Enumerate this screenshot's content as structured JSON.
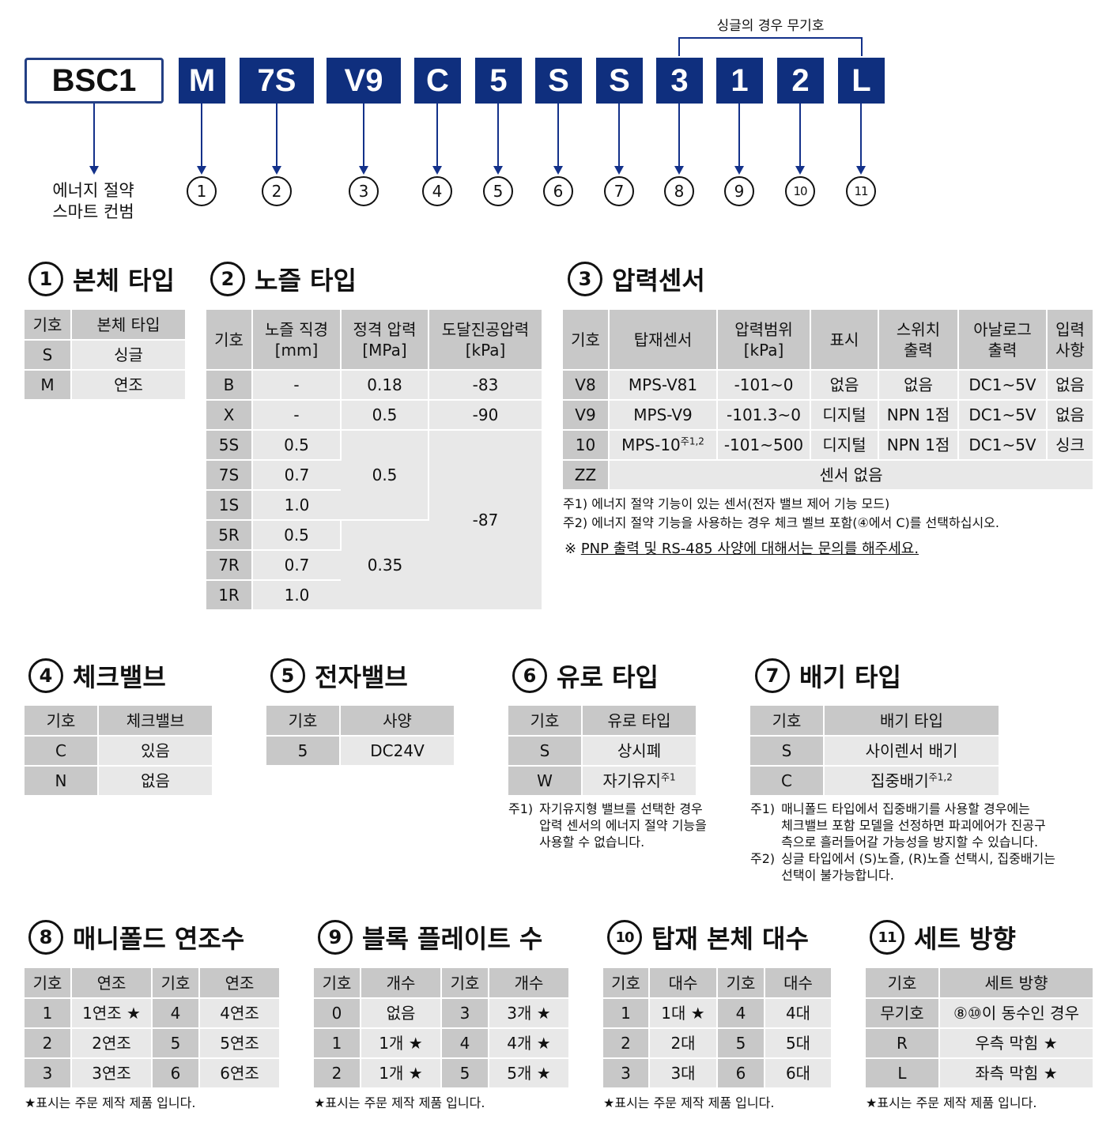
{
  "model": {
    "base": "BSC1",
    "codes": [
      "M",
      "7S",
      "V9",
      "C",
      "5",
      "S",
      "S",
      "3",
      "1",
      "2",
      "L"
    ],
    "energy_label_1": "에너지 절약",
    "energy_label_2": "스마트 컨범",
    "bracket_label": "싱글의 경우 무기호",
    "numbers": [
      "1",
      "2",
      "3",
      "4",
      "5",
      "6",
      "7",
      "8",
      "9",
      "10",
      "11"
    ]
  },
  "s1": {
    "num": "1",
    "title": "본체 타입",
    "headers": [
      "기호",
      "본체 타입"
    ],
    "rows": [
      [
        "S",
        "싱글"
      ],
      [
        "M",
        "연조"
      ]
    ]
  },
  "s2": {
    "num": "2",
    "title": "노즐 타입",
    "h_key": "기호",
    "h_dia_1": "노즐 직경",
    "h_dia_2": "[mm]",
    "h_pres_1": "정격 압력",
    "h_pres_2": "[MPa]",
    "h_vac_1": "도달진공압력",
    "h_vac_2": "[kPa]",
    "rows": [
      {
        "key": "B",
        "dia": "-",
        "pres": "0.18",
        "vac": "-83"
      },
      {
        "key": "X",
        "dia": "-",
        "pres": "0.5",
        "vac": "-90"
      },
      {
        "key": "5S",
        "dia": "0.5"
      },
      {
        "key": "7S",
        "dia": "0.7"
      },
      {
        "key": "1S",
        "dia": "1.0"
      },
      {
        "key": "5R",
        "dia": "0.5"
      },
      {
        "key": "7R",
        "dia": "0.7"
      },
      {
        "key": "1R",
        "dia": "1.0"
      }
    ],
    "merged_pres_s": "0.5",
    "merged_pres_r": "0.35",
    "merged_vac": "-87"
  },
  "s3": {
    "num": "3",
    "title": "압력센서",
    "h_key": "기호",
    "h_sensor": "탑재센서",
    "h_range_1": "압력범위",
    "h_range_2": "[kPa]",
    "h_disp": "표시",
    "h_sw_1": "스위치",
    "h_sw_2": "출력",
    "h_an_1": "아날로그",
    "h_an_2": "출력",
    "h_in_1": "입력",
    "h_in_2": "사항",
    "rows": [
      {
        "key": "V8",
        "sensor": "MPS-V81",
        "range": "-101~0",
        "disp": "없음",
        "sw": "없음",
        "an": "DC1~5V",
        "in": "없음"
      },
      {
        "key": "V9",
        "sensor": "MPS-V9",
        "range": "-101.3~0",
        "disp": "디지털",
        "sw": "NPN 1점",
        "an": "DC1~5V",
        "in": "없음"
      },
      {
        "key": "10",
        "sensor": "MPS-10",
        "sensor_sup": "주1,2",
        "range": "-101~500",
        "disp": "디지털",
        "sw": "NPN 1점",
        "an": "DC1~5V",
        "in": "싱크"
      }
    ],
    "zz_key": "ZZ",
    "zz_text": "센서 없음",
    "note1": "주1) 에너지 절약 기능이 있는 센서(전자 밸브 제어 기능 모드)",
    "note2": "주2) 에너지 절약 기능을 사용하는 경우 체크 벨브 포함(④에서 C)를 선택하십시오.",
    "note3_prefix": "※ ",
    "note3": "PNP 출력 및 RS-485 사양에 대해서는 문의를 해주세요."
  },
  "s4": {
    "num": "4",
    "title": "체크밸브",
    "headers": [
      "기호",
      "체크밸브"
    ],
    "rows": [
      [
        "C",
        "있음"
      ],
      [
        "N",
        "없음"
      ]
    ]
  },
  "s5": {
    "num": "5",
    "title": "전자밸브",
    "headers": [
      "기호",
      "사양"
    ],
    "rows": [
      [
        "5",
        "DC24V"
      ]
    ]
  },
  "s6": {
    "num": "6",
    "title": "유로 타입",
    "headers": [
      "기호",
      "유로 타입"
    ],
    "r1_key": "S",
    "r1_val": "상시폐",
    "r2_key": "W",
    "r2_val": "자기유지",
    "r2_sup": "주1",
    "note_pre": "주1)",
    "note_l1": "자기유지형 밸브를 선택한 경우",
    "note_l2": "압력 센서의 에너지 절약 기능을",
    "note_l3": "사용할 수 없습니다."
  },
  "s7": {
    "num": "7",
    "title": "배기 타입",
    "headers": [
      "기호",
      "배기 타입"
    ],
    "r1_key": "S",
    "r1_val": "사이렌서 배기",
    "r2_key": "C",
    "r2_val": "집중배기",
    "r2_sup": "주1,2",
    "note1_pre": "주1)",
    "note1_l1": "매니폴드 타입에서 집중배기를 사용할 경우에는",
    "note1_l2": "체크밸브 포함 모델을 선정하면 파괴에어가 진공구",
    "note1_l3": "측으로 흘러들어갈 가능성을 방지할 수 있습니다.",
    "note2_pre": "주2)",
    "note2_l1": "싱글 타입에서 (S)노즐, (R)노즐 선택시, 집중배기는",
    "note2_l2": "선택이 불가능합니다."
  },
  "s8": {
    "num": "8",
    "title": "매니폴드 연조수",
    "headers": [
      "기호",
      "연조",
      "기호",
      "연조"
    ],
    "rows": [
      [
        "1",
        "1연조 ★",
        "4",
        "4연조"
      ],
      [
        "2",
        "2연조",
        "5",
        "5연조"
      ],
      [
        "3",
        "3연조",
        "6",
        "6연조"
      ]
    ],
    "note": "★표시는 주문 제작 제품 입니다."
  },
  "s9": {
    "num": "9",
    "title": "블록 플레이트 수",
    "headers": [
      "기호",
      "개수",
      "기호",
      "개수"
    ],
    "rows": [
      [
        "0",
        "없음",
        "3",
        "3개 ★"
      ],
      [
        "1",
        "1개 ★",
        "4",
        "4개 ★"
      ],
      [
        "2",
        "1개 ★",
        "5",
        "5개 ★"
      ]
    ],
    "note": "★표시는 주문 제작 제품 입니다."
  },
  "s10": {
    "num": "10",
    "title": "탑재 본체 대수",
    "headers": [
      "기호",
      "대수",
      "기호",
      "대수"
    ],
    "rows": [
      [
        "1",
        "1대 ★",
        "4",
        "4대"
      ],
      [
        "2",
        "2대",
        "5",
        "5대"
      ],
      [
        "3",
        "3대",
        "6",
        "6대"
      ]
    ],
    "note": "★표시는 주문 제작 제품 입니다."
  },
  "s11": {
    "num": "11",
    "title": "세트 방향",
    "headers": [
      "기호",
      "세트 방향"
    ],
    "rows": [
      [
        "무기호",
        "⑧⑩이 동수인 경우"
      ],
      [
        "R",
        "우측 막힘 ★"
      ],
      [
        "L",
        "좌측 막힘 ★"
      ]
    ],
    "note": "★표시는 주문 제작 제품 입니다."
  },
  "colors": {
    "brand_navy": "#0f2f7e",
    "header_gray": "#c8c8c8",
    "cell_gray": "#e8e8e8"
  }
}
